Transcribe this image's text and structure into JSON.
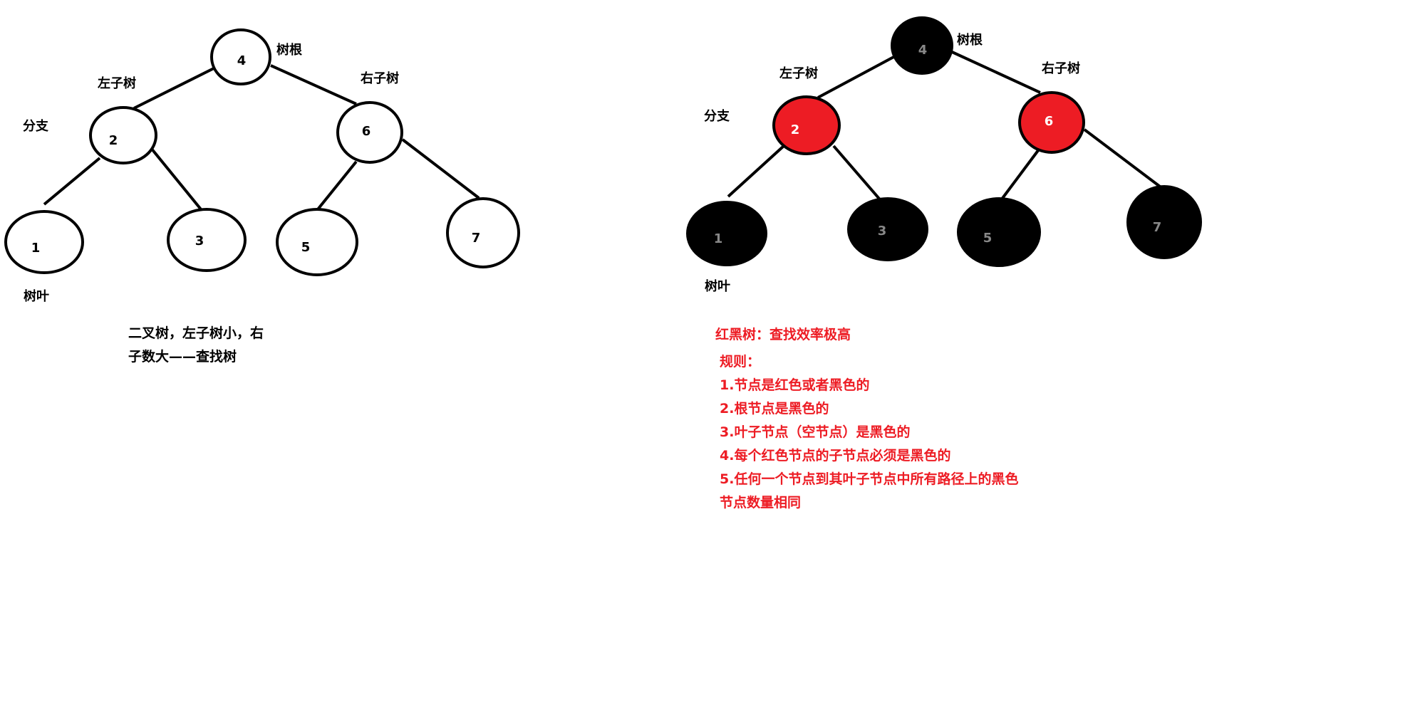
{
  "colors": {
    "red": "#ed1c24",
    "black": "#000000",
    "white": "#ffffff"
  },
  "bst": {
    "root_label": "树根",
    "left_subtree_label": "左子树",
    "right_subtree_label": "右子树",
    "branch_label": "分支",
    "leaf_label": "树叶",
    "caption_line1": "二叉树，左子树小，右",
    "caption_line2": "子数大——查找树",
    "nodes": [
      "4",
      "2",
      "6",
      "1",
      "3",
      "5",
      "7"
    ]
  },
  "rbt": {
    "root_label": "树根",
    "left_subtree_label": "左子树",
    "right_subtree_label": "右子树",
    "branch_label": "分支",
    "leaf_label": "树叶",
    "title": "红黑树：查找效率极高",
    "rules_heading": "规则：",
    "rules": [
      "1.节点是红色或者黑色的",
      "2.根节点是黑色的",
      "3.叶子节点（空节点）是黑色的",
      "4.每个红色节点的子节点必须是黑色的",
      "5.任何一个节点到其叶子节点中所有路径上的黑色",
      "节点数量相同"
    ],
    "nodes": [
      {
        "value": "4",
        "color": "black"
      },
      {
        "value": "2",
        "color": "red"
      },
      {
        "value": "6",
        "color": "red"
      },
      {
        "value": "1",
        "color": "black"
      },
      {
        "value": "3",
        "color": "black"
      },
      {
        "value": "5",
        "color": "black"
      },
      {
        "value": "7",
        "color": "black"
      }
    ]
  }
}
